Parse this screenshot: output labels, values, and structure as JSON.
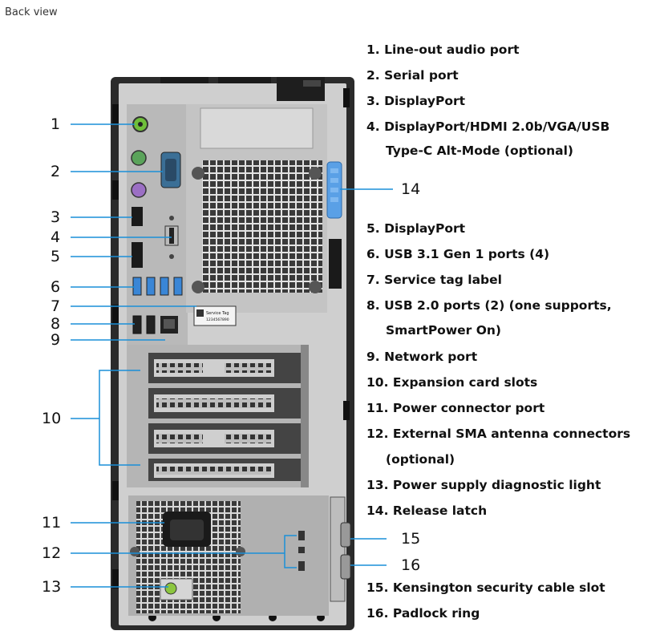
{
  "header": {
    "title": "Back view"
  },
  "callouts": [
    "1",
    "2",
    "3",
    "4",
    "5",
    "6",
    "7",
    "8",
    "9",
    "10",
    "11",
    "12",
    "13",
    "14",
    "15",
    "16"
  ],
  "legend": [
    {
      "num": "1.",
      "text": "Line-out audio port",
      "cont": ""
    },
    {
      "num": "2.",
      "text": "Serial port",
      "cont": ""
    },
    {
      "num": "3.",
      "text": "DisplayPort",
      "cont": ""
    },
    {
      "num": "4.",
      "text": "DisplayPort/HDMI 2.0b/VGA/USB",
      "cont": "Type-C Alt-Mode (optional)"
    },
    {
      "num": "5.",
      "text": "DisplayPort",
      "cont": ""
    },
    {
      "num": "6.",
      "text": "USB 3.1 Gen 1 ports (4)",
      "cont": ""
    },
    {
      "num": "7.",
      "text": "Service tag label",
      "cont": ""
    },
    {
      "num": "8.",
      "text": "USB 2.0 ports (2) (one supports,",
      "cont": "SmartPower On)"
    },
    {
      "num": "9.",
      "text": "Network port",
      "cont": ""
    },
    {
      "num": "10.",
      "text": "Expansion card slots",
      "cont": ""
    },
    {
      "num": "11.",
      "text": "Power connector port",
      "cont": ""
    },
    {
      "num": "12.",
      "text": "External SMA antenna connectors",
      "cont": "(optional)"
    },
    {
      "num": "13.",
      "text": "Power supply diagnostic light",
      "cont": ""
    },
    {
      "num": "14.",
      "text": "Release latch",
      "cont": ""
    },
    {
      "num": "15.",
      "text": "Kensington security cable slot",
      "cont": ""
    },
    {
      "num": "16.",
      "text": "Padlock ring",
      "cont": ""
    }
  ],
  "service_tag": {
    "line1": "Service Tag",
    "line2": "1234567890"
  },
  "colors": {
    "callout_line": "#1a8fd8",
    "chassis": "#2b2b2b",
    "panel": "#c9c9c9",
    "audio_green": "#6fbf3a",
    "ps2_purple": "#9b6fc4",
    "serial_blue": "#3b6f96",
    "usb3_blue": "#3a86d6",
    "latch_blue": "#5aa0e6",
    "led_green": "#8cc63f"
  }
}
